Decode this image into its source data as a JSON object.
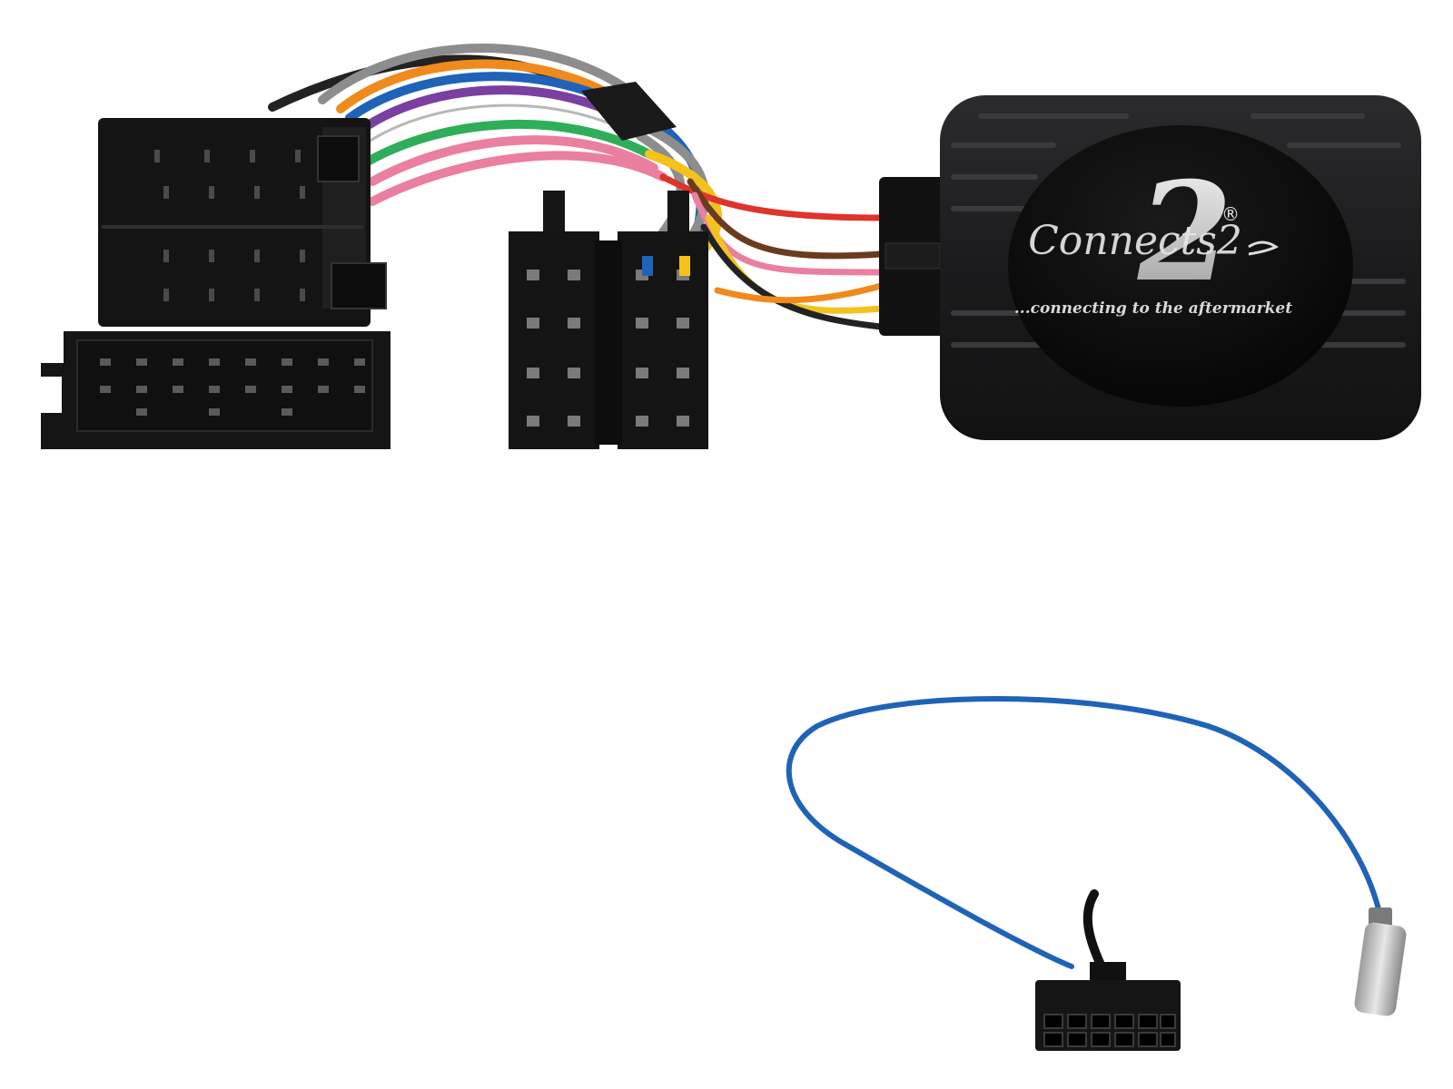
{
  "product": {
    "brand_logo": "Connects2",
    "brand_digit": "2",
    "registered_mark": "®",
    "tagline": "...connecting to the aftermarket"
  },
  "colors": {
    "background": "#ffffff",
    "plastic": "#141414",
    "module_body": "#1d1d1f",
    "wire_blue": "#1f63b8",
    "wire_red": "#e0332b",
    "wire_brown": "#6b3b1f",
    "wire_yellow": "#f3c21c",
    "wire_orange": "#f08a1c",
    "wire_purple": "#7a3fa0",
    "wire_green": "#2fae5a",
    "wire_pink": "#ea7fa0",
    "wire_grey": "#8d8d8d",
    "wire_black": "#222222",
    "metal": "#c9c9c9"
  },
  "icons": {
    "iso_connector": "iso-connector-icon",
    "quadlock_connector": "quadlock-connector-icon",
    "interface_module": "interface-module-icon",
    "patch_lead": "patch-lead-icon",
    "molex_plug": "molex-plug-icon",
    "jack_plug": "jack-plug-icon"
  }
}
